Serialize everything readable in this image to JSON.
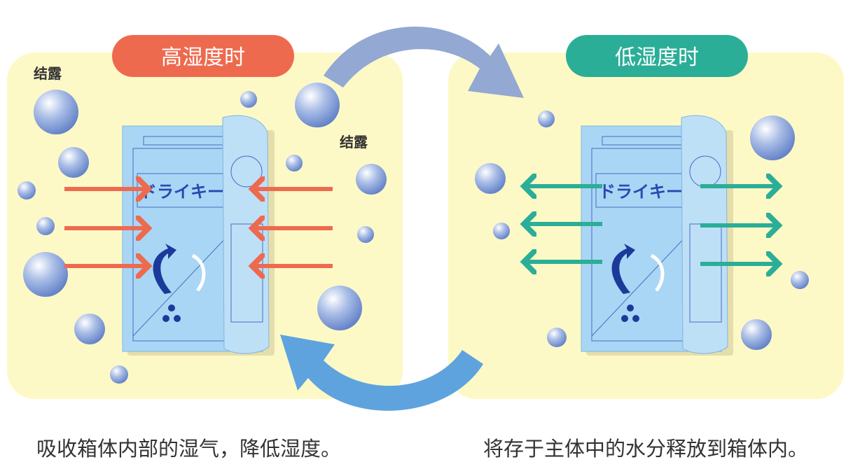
{
  "high_humidity": {
    "title": "高湿度时",
    "condensation_label_1": "结露",
    "condensation_label_2": "结露",
    "color": "#ee6a4f"
  },
  "low_humidity": {
    "title": "低湿度时",
    "color": "#2bae97"
  },
  "product": {
    "name": "ドライキー"
  },
  "captions": {
    "left": "吸收箱体内部的湿气，降低湿度。",
    "right": "将存于主体中的水分释放到箱体内。"
  }
}
